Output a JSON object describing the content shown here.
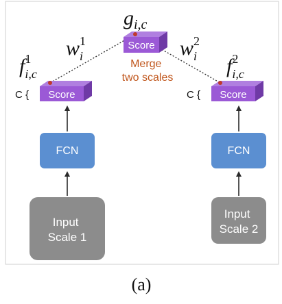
{
  "diagram": {
    "top_node": {
      "symbol": "g",
      "subscript": "i,c",
      "box_label": "Score"
    },
    "merge_label": {
      "line1": "Merge",
      "line2": "two scales"
    },
    "left_branch": {
      "weight": {
        "symbol": "w",
        "subscript": "i",
        "superscript": "1"
      },
      "feature": {
        "symbol": "f",
        "subscript": "i,c",
        "superscript": "1"
      },
      "channel_label": "C {",
      "score_label": "Score",
      "fcn_label": "FCN",
      "input": {
        "line1": "Input",
        "line2": "Scale 1"
      }
    },
    "right_branch": {
      "weight": {
        "symbol": "w",
        "subscript": "i",
        "superscript": "2"
      },
      "feature": {
        "symbol": "f",
        "subscript": "i,c",
        "superscript": "2"
      },
      "channel_label": "C {",
      "score_label": "Score",
      "fcn_label": "FCN",
      "input": {
        "line1": "Input",
        "line2": "Scale 2"
      }
    },
    "caption": "(a)"
  },
  "colors": {
    "score_front": "#9b59d6",
    "score_top": "#b07fe0",
    "score_side": "#6f3aa6",
    "fcn": "#5b8fd1",
    "input": "#8c8c8c",
    "merge_text": "#c0561c",
    "dot": "#c0392b"
  }
}
